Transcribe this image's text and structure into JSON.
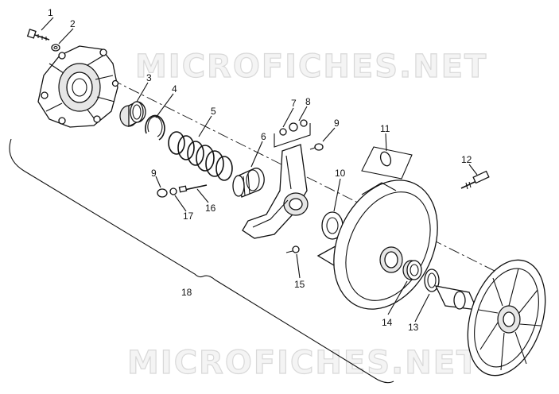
{
  "watermark_top": "MICROFICHES.NET",
  "watermark_bottom": "MICROFICHES.NET",
  "callouts": {
    "c1": "1",
    "c2": "2",
    "c3": "3",
    "c4": "4",
    "c5": "5",
    "c6": "6",
    "c7": "7",
    "c8": "8",
    "c9a": "9",
    "c9b": "9",
    "c10": "10",
    "c11": "11",
    "c12": "12",
    "c13": "13",
    "c14": "14",
    "c15": "15",
    "c16": "16",
    "c17": "17",
    "c18": "18"
  }
}
